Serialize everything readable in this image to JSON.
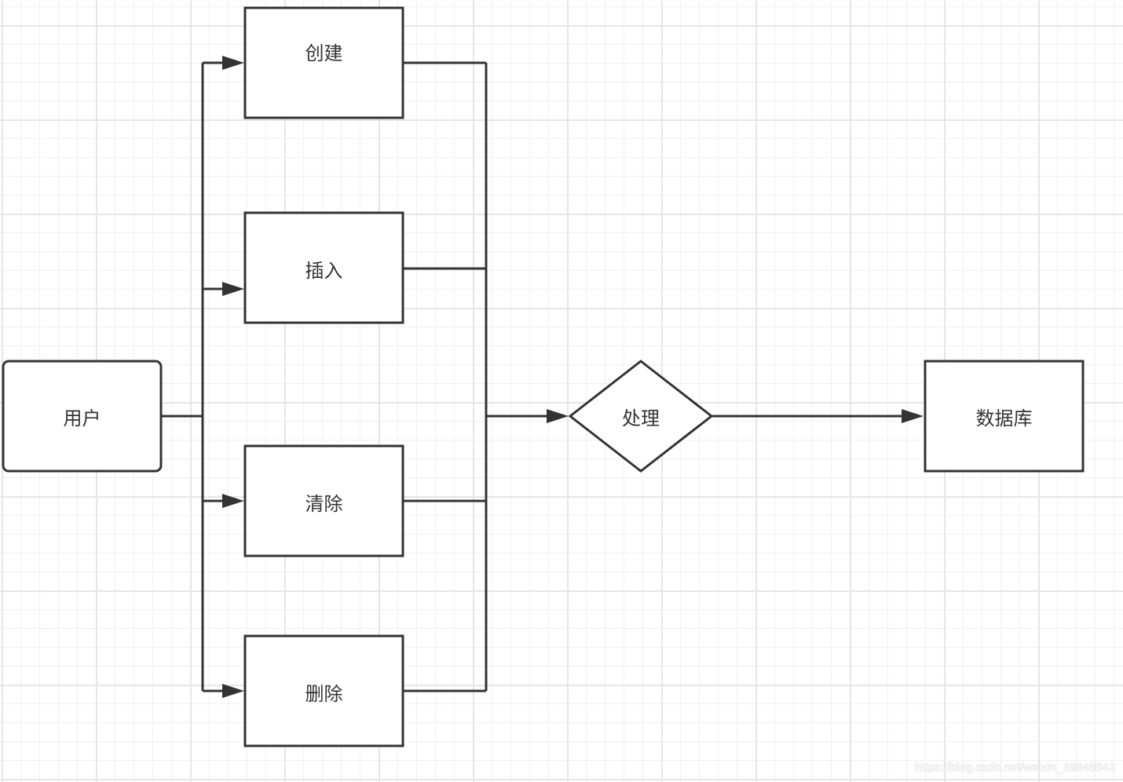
{
  "diagram": {
    "nodes": {
      "user": {
        "label": "用户",
        "shape": "rounded-rectangle"
      },
      "create": {
        "label": "创建",
        "shape": "rectangle"
      },
      "insert": {
        "label": "插入",
        "shape": "rectangle"
      },
      "clear": {
        "label": "清除",
        "shape": "rectangle"
      },
      "delete": {
        "label": "删除",
        "shape": "rectangle"
      },
      "process": {
        "label": "处理",
        "shape": "diamond"
      },
      "database": {
        "label": "数据库",
        "shape": "rectangle"
      }
    },
    "edges": [
      {
        "from": "user",
        "to": "create"
      },
      {
        "from": "user",
        "to": "insert"
      },
      {
        "from": "user",
        "to": "clear"
      },
      {
        "from": "user",
        "to": "delete"
      },
      {
        "from": "create",
        "to": "process"
      },
      {
        "from": "insert",
        "to": "process"
      },
      {
        "from": "clear",
        "to": "process"
      },
      {
        "from": "delete",
        "to": "process"
      },
      {
        "from": "process",
        "to": "database"
      }
    ]
  },
  "watermark": "https://blog.csdn.net/weixin_39645643",
  "colors": {
    "stroke": "#333333",
    "grid": "#e6e6e6",
    "background": "#ffffff"
  }
}
